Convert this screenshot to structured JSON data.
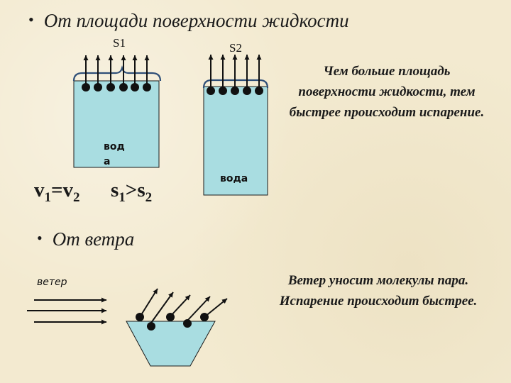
{
  "heading_area": {
    "bullet": "•",
    "text": "От площади поверхности жидкости"
  },
  "heading_wind": {
    "bullet": "•",
    "text": "От ветра"
  },
  "vessel1": {
    "surface_label": "S1",
    "water_label_line1": "вод",
    "water_label_line2": "а"
  },
  "vessel2": {
    "surface_label": "S2",
    "water_label": "вода"
  },
  "formula_volume": {
    "v1": "v",
    "sub1": "1",
    "op": "=",
    "v2": "v",
    "sub2": "2"
  },
  "formula_area": {
    "s1": "s",
    "sub1": "1",
    "op": ">",
    "s2": "s",
    "sub2": "2"
  },
  "note_area": "Чем больше площадь поверхности жидкости, тем быстрее происходит испарение.",
  "wind": {
    "label": "ветер"
  },
  "note_wind": "Ветер уносит молекулы пара. Испарение происходит быстрее.",
  "colors": {
    "water": "#a9dde1",
    "outline": "#1a1a1a",
    "surface_line": "#2f4f78",
    "molecule": "#111111"
  }
}
